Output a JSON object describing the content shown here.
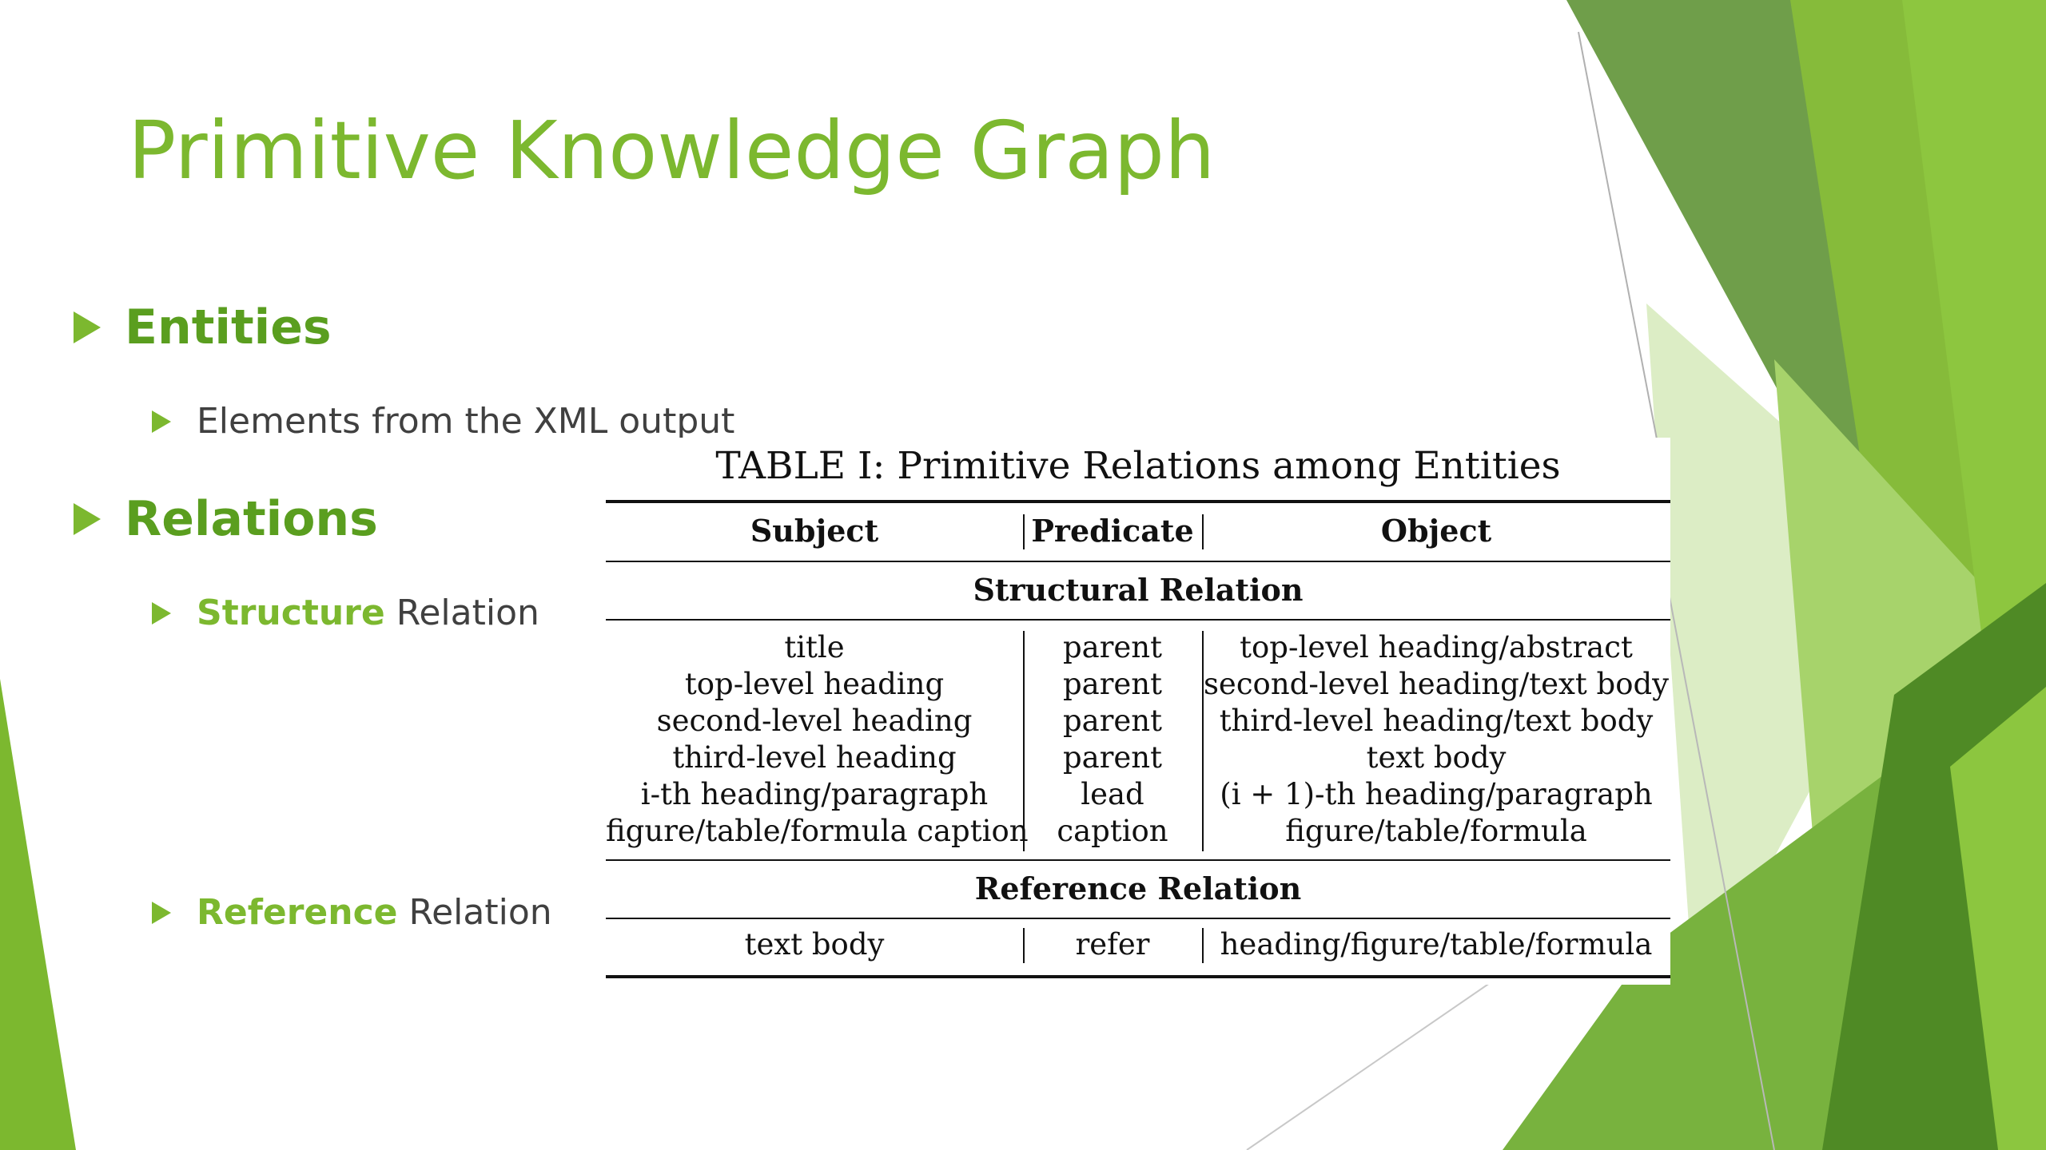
{
  "slide": {
    "title": "Primitive Knowledge Graph",
    "colors": {
      "accent": "#7cb82f",
      "accent_dark": "#5a9e1f",
      "body_text": "#404040"
    }
  },
  "outline": {
    "entities": {
      "label": "Entities",
      "sub": "Elements from the XML output"
    },
    "relations": {
      "label": "Relations",
      "structure": {
        "accent": "Structure",
        "rest": "Relation"
      },
      "reference": {
        "accent": "Reference",
        "rest": "Relation"
      }
    }
  },
  "table": {
    "caption": "TABLE I: Primitive Relations among Entities",
    "headers": [
      "Subject",
      "Predicate",
      "Object"
    ],
    "sections": [
      {
        "title": "Structural Relation",
        "rows": [
          [
            "title",
            "parent",
            "top-level heading/abstract"
          ],
          [
            "top-level heading",
            "parent",
            "second-level heading/text body"
          ],
          [
            "second-level heading",
            "parent",
            "third-level heading/text body"
          ],
          [
            "third-level heading",
            "parent",
            "text body"
          ],
          [
            "i-th heading/paragraph",
            "lead",
            "(i + 1)-th heading/paragraph"
          ],
          [
            "figure/table/formula caption",
            "caption",
            "figure/table/formula"
          ]
        ]
      },
      {
        "title": "Reference Relation",
        "rows": [
          [
            "text body",
            "refer",
            "heading/figure/table/formula"
          ]
        ]
      }
    ]
  }
}
